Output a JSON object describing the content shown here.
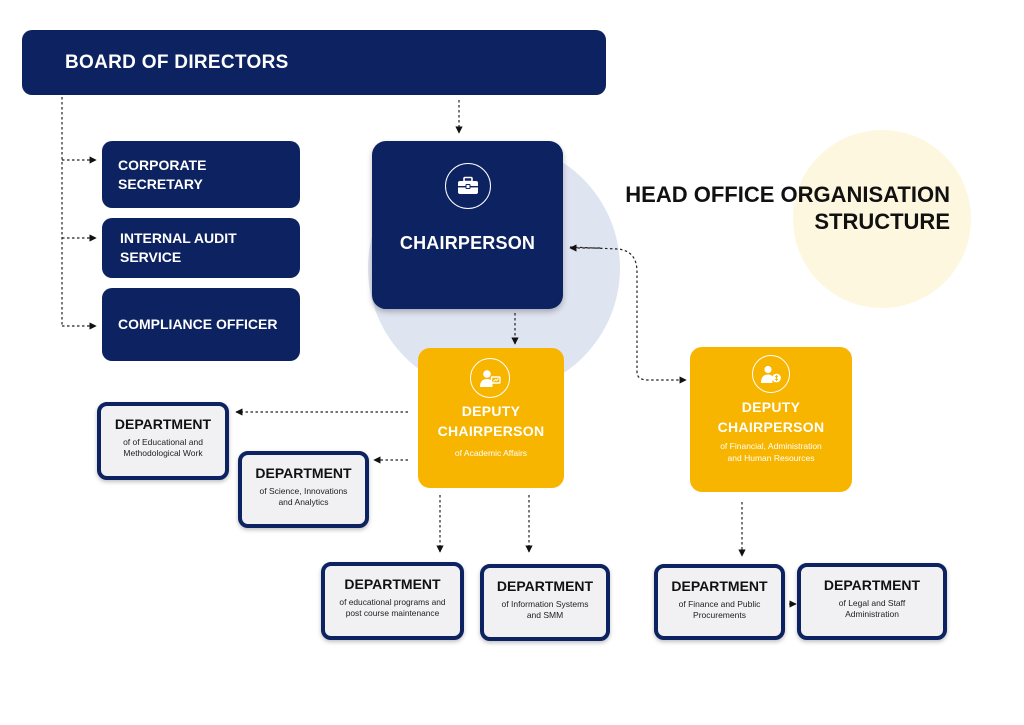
{
  "title": {
    "line1": "HEAD OFFICE ORGANISATION",
    "line2": "STRUCTURE"
  },
  "board": {
    "label": "BOARD OF DIRECTORS"
  },
  "side_units": [
    {
      "line1": "CORPORATE",
      "line2": "SECRETARY"
    },
    {
      "line1": "INTERNAL AUDIT",
      "line2": "SERVICE"
    },
    {
      "line1": "COMPLIANCE OFFICER",
      "line2": ""
    }
  ],
  "chairperson": {
    "label": "CHAIRPERSON",
    "icon": "briefcase-icon"
  },
  "deputies": [
    {
      "line1": "DEPUTY",
      "line2": "CHAIRPERSON",
      "sub1": "of Academic Affairs",
      "sub2": "",
      "icon": "user-presentation-icon"
    },
    {
      "line1": "DEPUTY",
      "line2": "CHAIRPERSON",
      "sub1": "of Financial, Administration",
      "sub2": "and Human Resources",
      "icon": "user-money-icon"
    }
  ],
  "departments": [
    {
      "heading": "DEPARTMENT",
      "line1": "of of Educational and",
      "line2": "Methodological Work"
    },
    {
      "heading": "DEPARTMENT",
      "line1": "of Science, Innovations",
      "line2": "and Analytics"
    },
    {
      "heading": "DEPARTMENT",
      "line1": "of educational programs and",
      "line2": "post course maintenance"
    },
    {
      "heading": "DEPARTMENT",
      "line1": "of Information Systems",
      "line2": "and SMM"
    },
    {
      "heading": "DEPARTMENT",
      "line1": "of Finance and Public",
      "line2": "Procurements"
    },
    {
      "heading": "DEPARTMENT",
      "line1": "of Legal and Staff",
      "line2": "Administration"
    }
  ],
  "colors": {
    "navy": "#0d2260",
    "gold": "#f7b500",
    "halo_blue": "#dfe4f1",
    "halo_cream": "#fdf7df"
  }
}
